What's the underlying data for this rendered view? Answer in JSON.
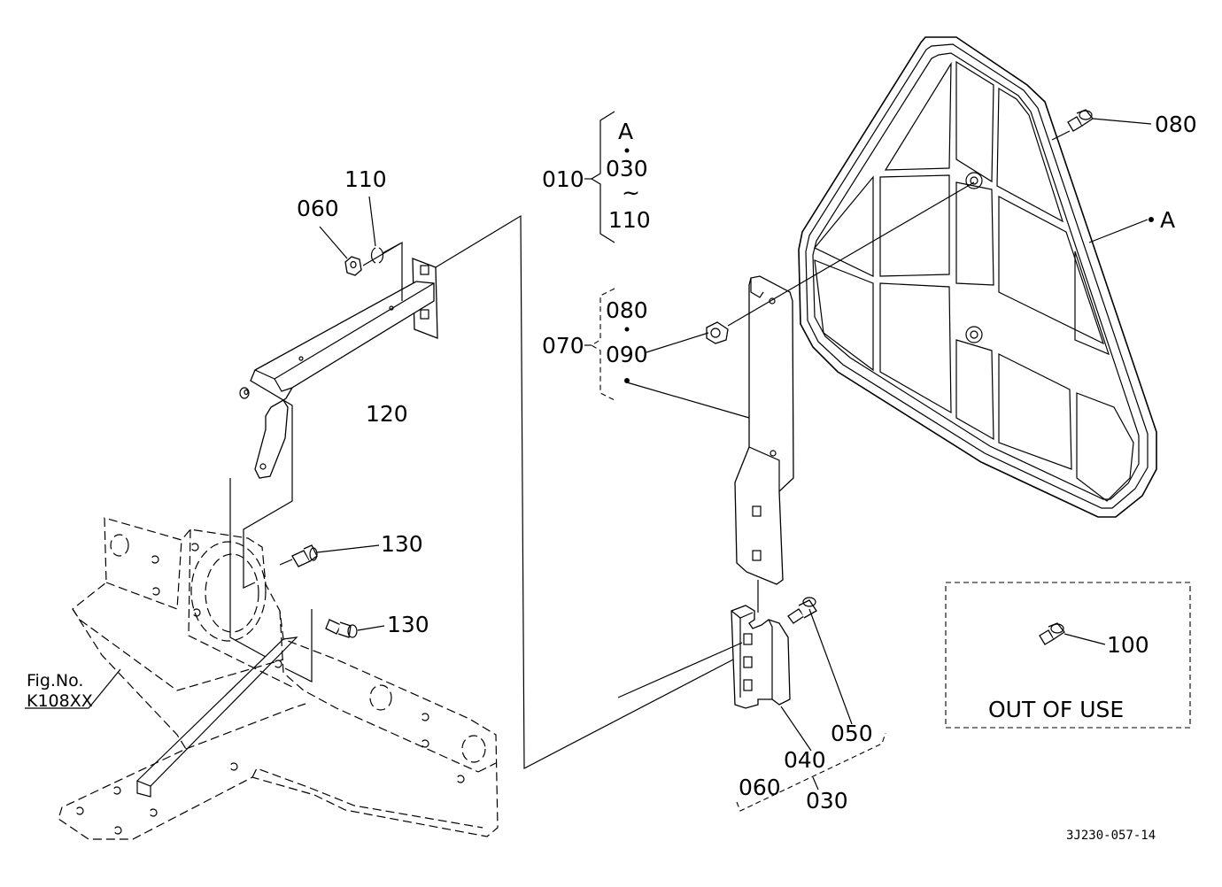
{
  "labels": {
    "p110_top": "110",
    "p060_top": "060",
    "p120": "120",
    "p130_a": "130",
    "p130_b": "130",
    "fig_no": "Fig.No.",
    "fig_ref": "K108XX",
    "g010_main": "010",
    "g010_a": "A",
    "g010_030": "030",
    "g010_tilde": "~",
    "g010_110": "110",
    "g070_main": "070",
    "g070_080": "080",
    "g070_090": "090",
    "p080_top": "080",
    "ref_a": "A",
    "p100": "100",
    "out_of_use": "OUT OF USE",
    "p050": "050",
    "p040": "040",
    "p060_bottom": "060",
    "p030_bottom": "030",
    "drawing_code": "3J230-057-14"
  }
}
